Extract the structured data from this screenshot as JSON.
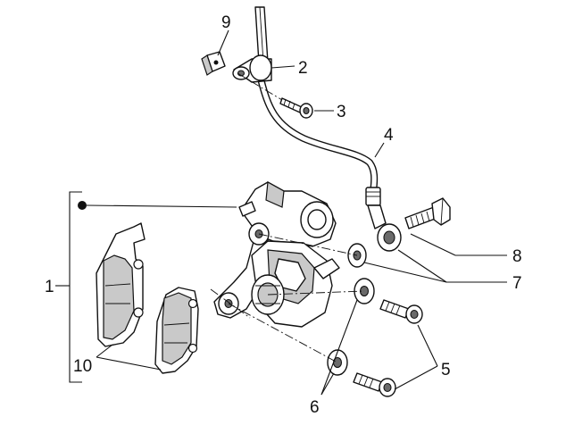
{
  "diagram": {
    "callouts": [
      {
        "id": "1",
        "label": "1"
      },
      {
        "id": "2",
        "label": "2"
      },
      {
        "id": "3",
        "label": "3"
      },
      {
        "id": "4",
        "label": "4"
      },
      {
        "id": "5",
        "label": "5"
      },
      {
        "id": "6",
        "label": "6"
      },
      {
        "id": "7",
        "label": "7"
      },
      {
        "id": "8",
        "label": "8"
      },
      {
        "id": "9",
        "label": "9"
      },
      {
        "id": "10",
        "label": "10"
      }
    ],
    "parts": [
      {
        "name": "brake-caliper-assembly",
        "callout": "1"
      },
      {
        "name": "hose-clamp",
        "callout": "2"
      },
      {
        "name": "clamp-screw",
        "callout": "3"
      },
      {
        "name": "brake-hose",
        "callout": "4"
      },
      {
        "name": "caliper-bolt",
        "callout": "5"
      },
      {
        "name": "caliper-washer",
        "callout": "6"
      },
      {
        "name": "banjo-washers",
        "callout": "7"
      },
      {
        "name": "banjo-bolt",
        "callout": "8"
      },
      {
        "name": "clip-nut",
        "callout": "9"
      },
      {
        "name": "brake-pads",
        "callout": "10"
      }
    ]
  }
}
